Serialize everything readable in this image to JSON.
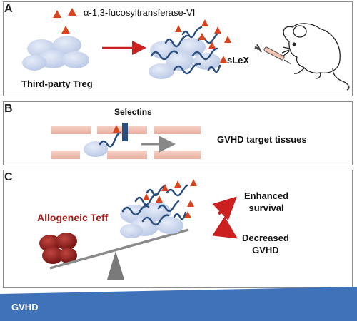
{
  "panels": [
    {
      "letter": "A"
    },
    {
      "letter": "B"
    },
    {
      "letter": "C"
    }
  ],
  "labels": {
    "enzyme": "α-1,3-fucosyltransferase-VI",
    "treg": "Third-party Treg",
    "slex": "sLeX",
    "selectins": "Selectins",
    "gvhd_targets": "GVHD target tissues",
    "allo_teff": "Allogeneic Teff",
    "enhanced": "Enhanced\nsurvival",
    "decreased": "Decreased\nGVHD"
  },
  "footer": {
    "text": "GVHD"
  },
  "colors": {
    "cell": "#c7d3ec",
    "fucose": "#d9431e",
    "arrow_red": "#cc1f1f",
    "glycan": "#2a4f7e",
    "vessel": "#f2c2b5",
    "teff": "#8a1a1a",
    "footer_bg": "#3f72b8"
  }
}
